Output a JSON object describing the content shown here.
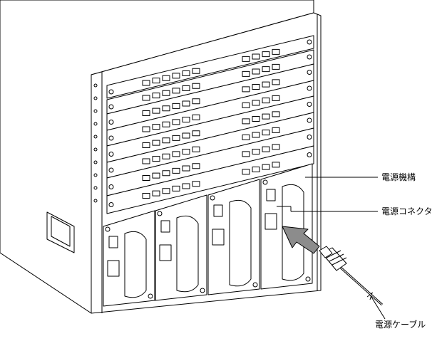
{
  "callouts": {
    "power_unit": "電源機構",
    "power_connector": "電源コネクタ",
    "power_cable": "電源ケーブル"
  },
  "colors": {
    "line": "#000000",
    "arrow_fill": "#8c8c8c",
    "background": "#ffffff"
  }
}
